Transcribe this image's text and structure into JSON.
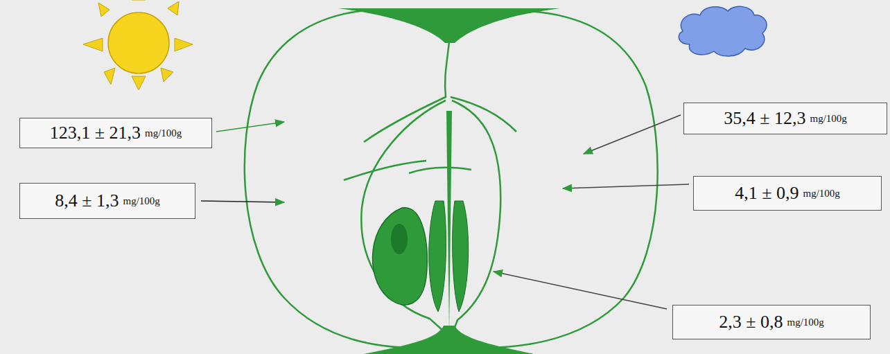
{
  "diagram": {
    "nodes": [
      {
        "text": [
          "123,1 ± 21,3",
          "mg/100g"
        ]
      },
      {
        "text": [
          "35,4 ± 12,3",
          "mg/100g"
        ]
      },
      {
        "text": [
          "8,4 ± 1,3",
          "mg/100g"
        ]
      },
      {
        "text": [
          "4,1 ± 0,9",
          "mg/100g"
        ]
      },
      {
        "text": [
          "2,3 ± 0,8",
          "mg/100g"
        ]
      }
    ]
  }
}
